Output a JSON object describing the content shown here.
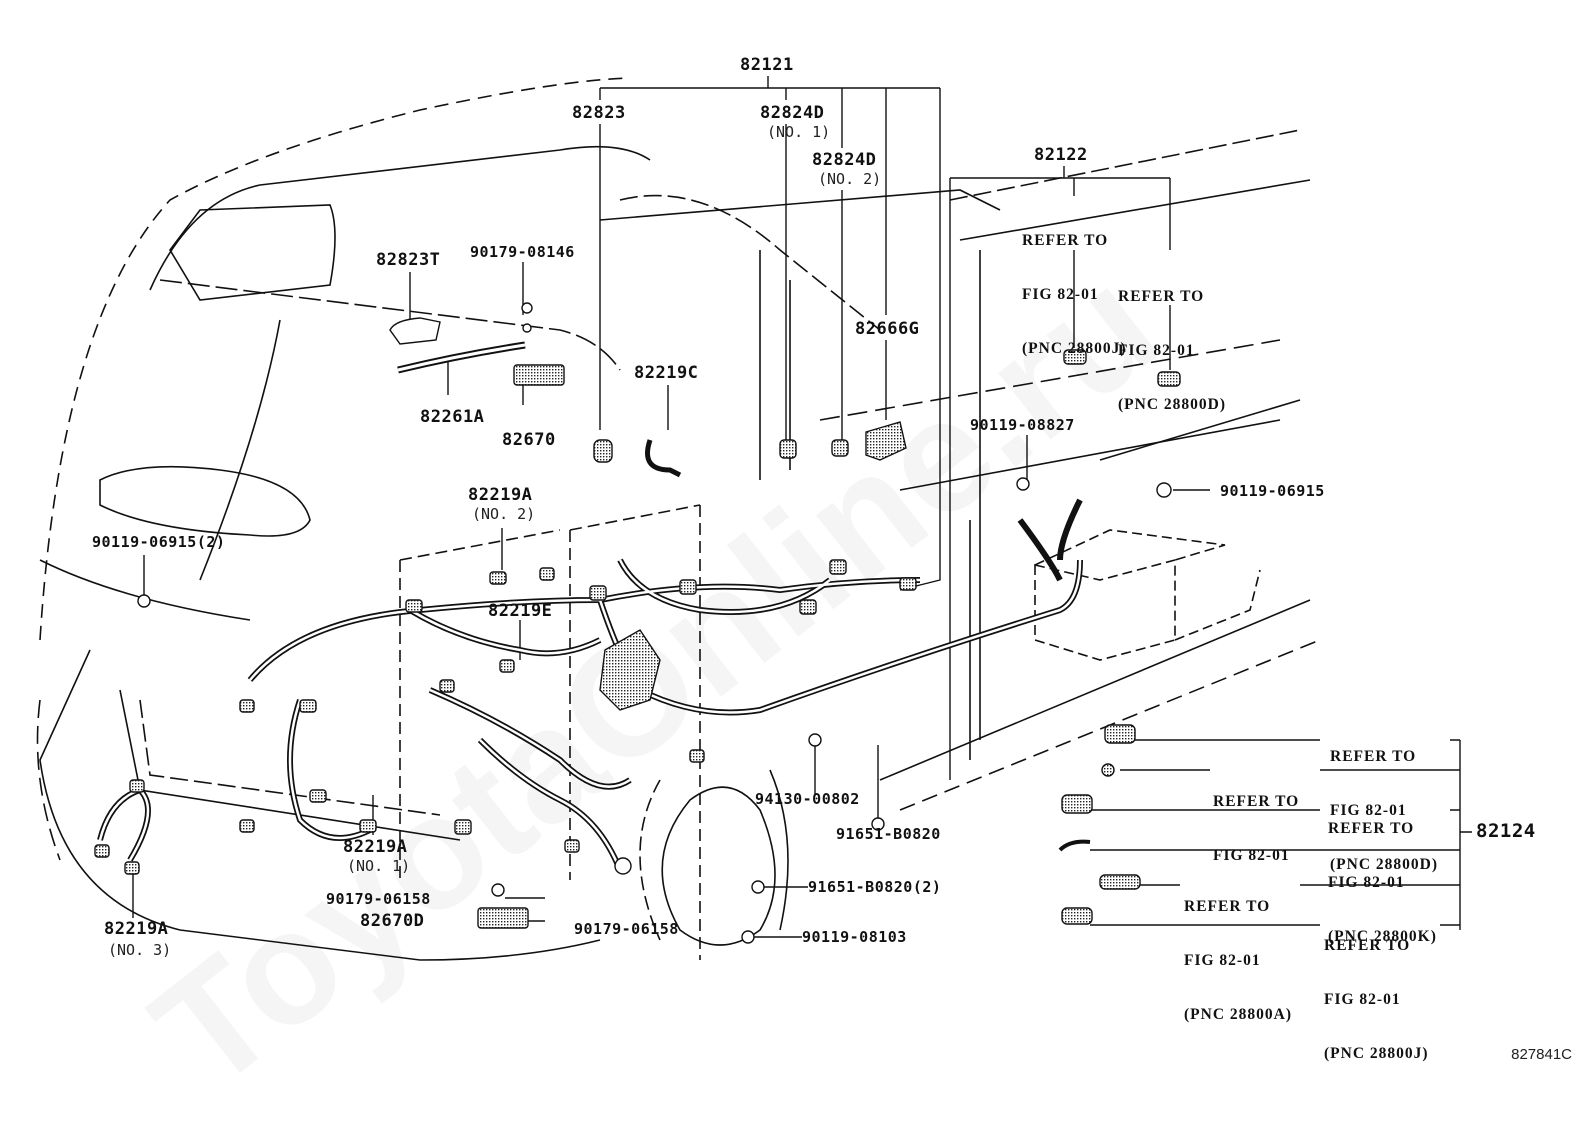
{
  "figure_id": "827841C",
  "watermark": "ToyotaOnline.ru",
  "part_labels": {
    "p82121": "82121",
    "p82823": "82823",
    "p82824D_1": "82824D",
    "p82824D_1_sub": "(NO. 1)",
    "p82824D_2": "82824D",
    "p82824D_2_sub": "(NO. 2)",
    "p82122": "82122",
    "p82823T": "82823T",
    "p90179_08146": "90179-08146",
    "p82261A": "82261A",
    "p82670": "82670",
    "p82219C": "82219C",
    "p82666G": "82666G",
    "p90119_08827": "90119-08827",
    "p90119_06915": "90119-06915",
    "p82219A_2": "82219A",
    "p82219A_2_sub": "(NO. 2)",
    "p90119_06915_2": "90119-06915(2)",
    "p82219E": "82219E",
    "p94130_00802": "94130-00802",
    "p91651_B0820": "91651-B0820",
    "p91651_B0820_2": "91651-B0820(2)",
    "p90119_08103": "90119-08103",
    "p82219A_1": "82219A",
    "p82219A_1_sub": "(NO. 1)",
    "p90179_06158_a": "90179-06158",
    "p82670D": "82670D",
    "p90179_06158_b": "90179-06158",
    "p82219A_3": "82219A",
    "p82219A_3_sub": "(NO. 3)",
    "p82124": "82124"
  },
  "references": {
    "r82122_j": {
      "l1": "REFER TO",
      "l2": "FIG 82-01",
      "l3": "(PNC 28800J)"
    },
    "r82122_d": {
      "l1": "REFER TO",
      "l2": "FIG 82-01",
      "l3": "(PNC 28800D)"
    },
    "r82124_d": {
      "l1": "REFER TO",
      "l2": "FIG 82-01",
      "l3": "(PNC 28800D)"
    },
    "r82124_plain": {
      "l1": "REFER TO",
      "l2": "FIG 82-01"
    },
    "r82124_k": {
      "l1": "REFER TO",
      "l2": "FIG 82-01",
      "l3": "(PNC 28800K)"
    },
    "r82124_a": {
      "l1": "REFER TO",
      "l2": "FIG 82-01",
      "l3": "(PNC 28800A)"
    },
    "r82124_j": {
      "l1": "REFER TO",
      "l2": "FIG 82-01",
      "l3": "(PNC 28800J)"
    }
  }
}
